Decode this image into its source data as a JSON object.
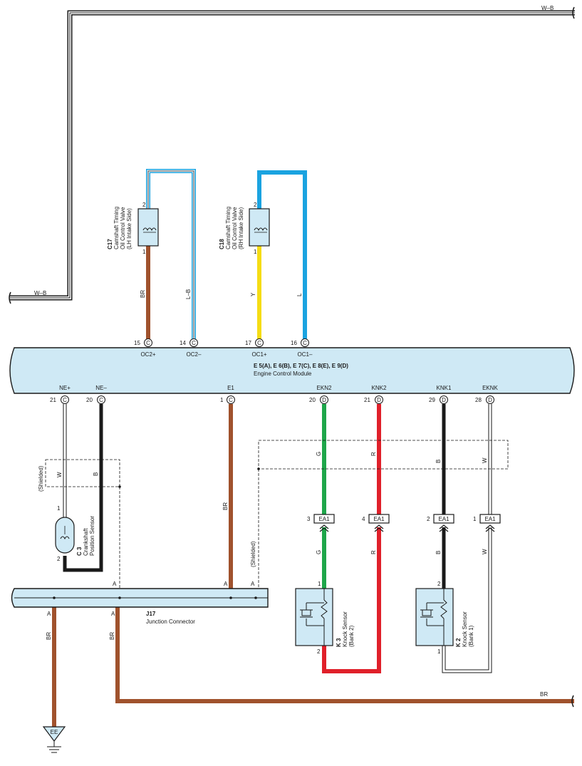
{
  "ground_top_label": "W–B",
  "ground_left_label": "W–B",
  "ecm": {
    "id": "E 5(A), E 6(B), E 7(C), E 8(E), E 9(D)",
    "name": "Engine Control Module"
  },
  "top_pins": [
    {
      "num": "15",
      "conn": "C",
      "signal": "OC2+"
    },
    {
      "num": "14",
      "conn": "C",
      "signal": "OC2–"
    },
    {
      "num": "17",
      "conn": "C",
      "signal": "OC1+"
    },
    {
      "num": "16",
      "conn": "C",
      "signal": "OC1–"
    }
  ],
  "bottom_pins": [
    {
      "num": "21",
      "conn": "C",
      "signal": "NE+"
    },
    {
      "num": "20",
      "conn": "C",
      "signal": "NE–"
    },
    {
      "num": "1",
      "conn": "C",
      "signal": "E1"
    },
    {
      "num": "20",
      "conn": "D",
      "signal": "EKN2"
    },
    {
      "num": "21",
      "conn": "D",
      "signal": "KNK2"
    },
    {
      "num": "29",
      "conn": "D",
      "signal": "KNK1"
    },
    {
      "num": "28",
      "conn": "D",
      "signal": "EKNK"
    }
  ],
  "c17": {
    "id": "C17",
    "line1": "Camshaft Timing",
    "line2": "Oil Control Valve",
    "line3": "(LH Intake Side)",
    "pin_top": "2",
    "pin_bottom": "1"
  },
  "c18": {
    "id": "C18",
    "line1": "Camshaft Timing",
    "line2": "Oil Control Valve",
    "line3": "(RH Intake Side)",
    "pin_top": "2",
    "pin_bottom": "1"
  },
  "c3": {
    "id": "C 3",
    "line1": "Crankshaft",
    "line2": "Position Sensor",
    "pin_top": "1",
    "pin_bottom": "2"
  },
  "k3": {
    "id": "K 3",
    "line1": "Knock Sensor",
    "line2": "(Bank 2)",
    "pin_top": "1",
    "pin_bottom": "2"
  },
  "k2": {
    "id": "K 2",
    "line1": "Knock Sensor",
    "line2": "(Bank 1)",
    "pin_top": "2",
    "pin_bottom": "1"
  },
  "j17": {
    "id": "J17",
    "name": "Junction Connector",
    "pin": "A"
  },
  "ea1": [
    {
      "num": "3",
      "label": "EA1"
    },
    {
      "num": "4",
      "label": "EA1"
    },
    {
      "num": "2",
      "label": "EA1"
    },
    {
      "num": "1",
      "label": "EA1"
    }
  ],
  "wire_colors": {
    "br": "BR",
    "lb": "L–B",
    "y": "Y",
    "l": "L",
    "w": "W",
    "b": "B",
    "g": "G",
    "r": "R"
  },
  "shielded": "(Shielded)",
  "ground": "EE",
  "colors": {
    "module_fill": "#cfe9f5",
    "brown": "#a0522d",
    "blue": "#1aa3e0",
    "yellow": "#f5dc14",
    "green": "#1ea64a",
    "red": "#e0202a",
    "black": "#1a1a1a"
  }
}
